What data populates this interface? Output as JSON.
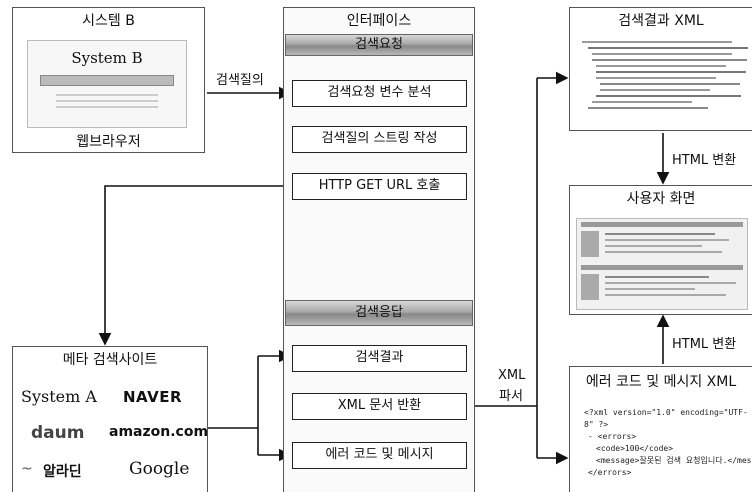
{
  "system_b": {
    "title": "시스템 B",
    "screen_title": "System B",
    "caption": "웹브라우저"
  },
  "interface": {
    "title": "인터페이스",
    "request_band": "검색요청",
    "request_steps": [
      "검색요청 변수 분석",
      "검색질의 스트링 작성",
      "HTTP GET URL 호출"
    ],
    "response_band": "검색응답",
    "response_steps": [
      "검색결과",
      "XML 문서 반환",
      "에러 코드 및 메시지"
    ]
  },
  "meta": {
    "title": "메타 검색사이트",
    "logos": [
      "System A",
      "NAVER",
      "daum",
      "amazon.com",
      "알라딘",
      "Google"
    ]
  },
  "xml_result": {
    "title": "검색결과 XML"
  },
  "user_screen": {
    "title": "사용자 화면"
  },
  "error_xml": {
    "title": "에러 코드 및 메시지 XML",
    "lines": [
      "<?xml version=\"1.0\" encoding=\"UTF-8\" ?>",
      "- <errors>",
      "<code>100</code>",
      "<message>잘못된 검색 요청입니다.</message>",
      "</errors>"
    ]
  },
  "labels": {
    "query": "검색질의",
    "html_convert_top": "HTML 변환",
    "html_convert_bottom": "HTML 변환",
    "xml_parser_1": "XML",
    "xml_parser_2": "파서"
  }
}
